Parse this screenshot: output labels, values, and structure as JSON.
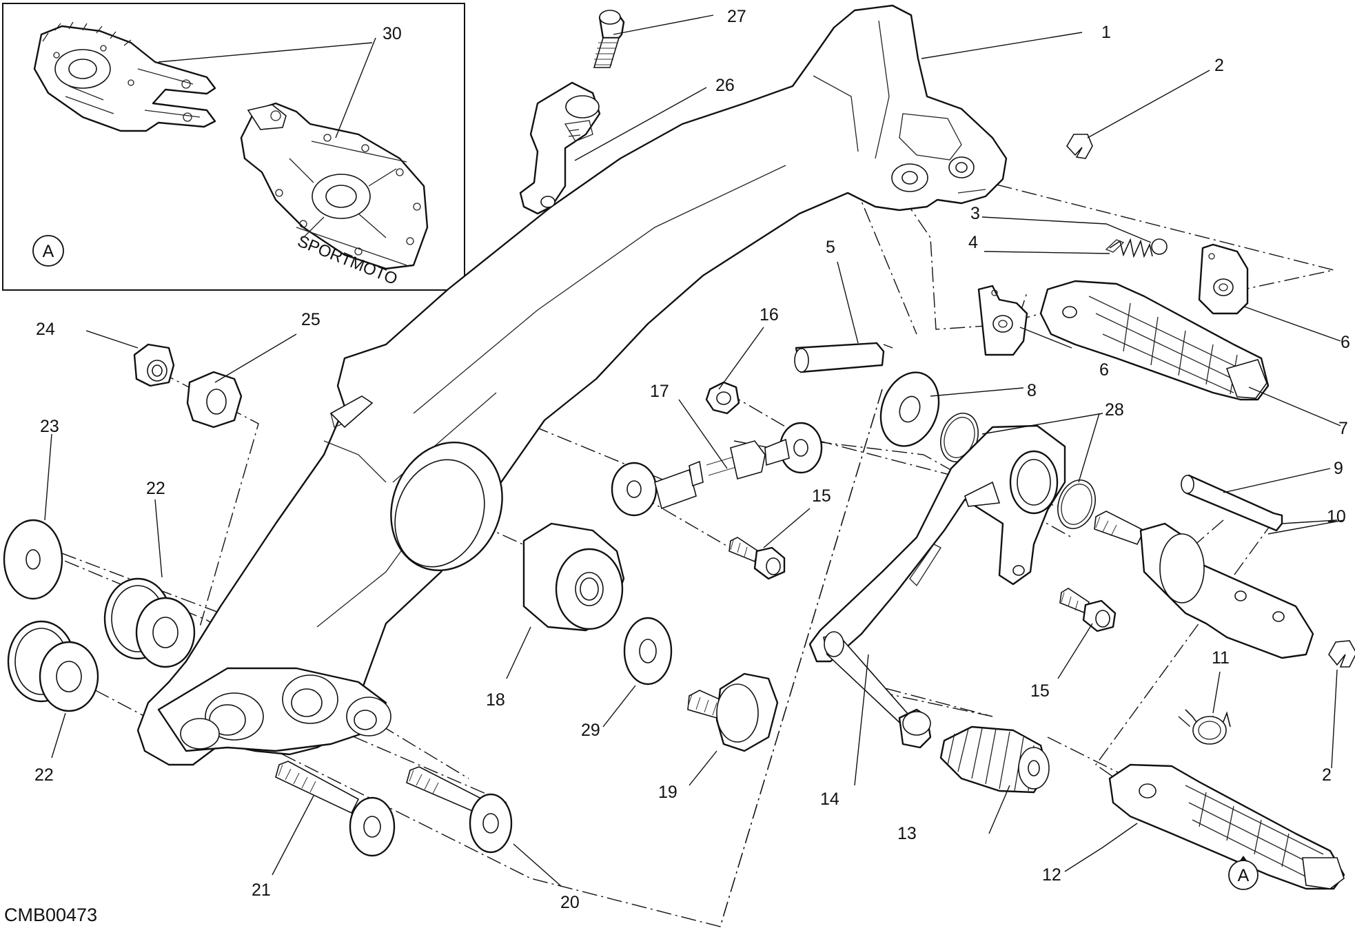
{
  "diagram": {
    "drawing_code": "CMB00473",
    "inset_reference": "A",
    "pointer_reference": "A",
    "callouts": [
      "1",
      "2",
      "2",
      "3",
      "4",
      "5",
      "6",
      "6",
      "7",
      "8",
      "9",
      "10",
      "11",
      "12",
      "13",
      "14",
      "15",
      "15",
      "16",
      "17",
      "18",
      "19",
      "20",
      "21",
      "22",
      "22",
      "23",
      "24",
      "25",
      "26",
      "27",
      "28",
      "29",
      "30"
    ]
  }
}
